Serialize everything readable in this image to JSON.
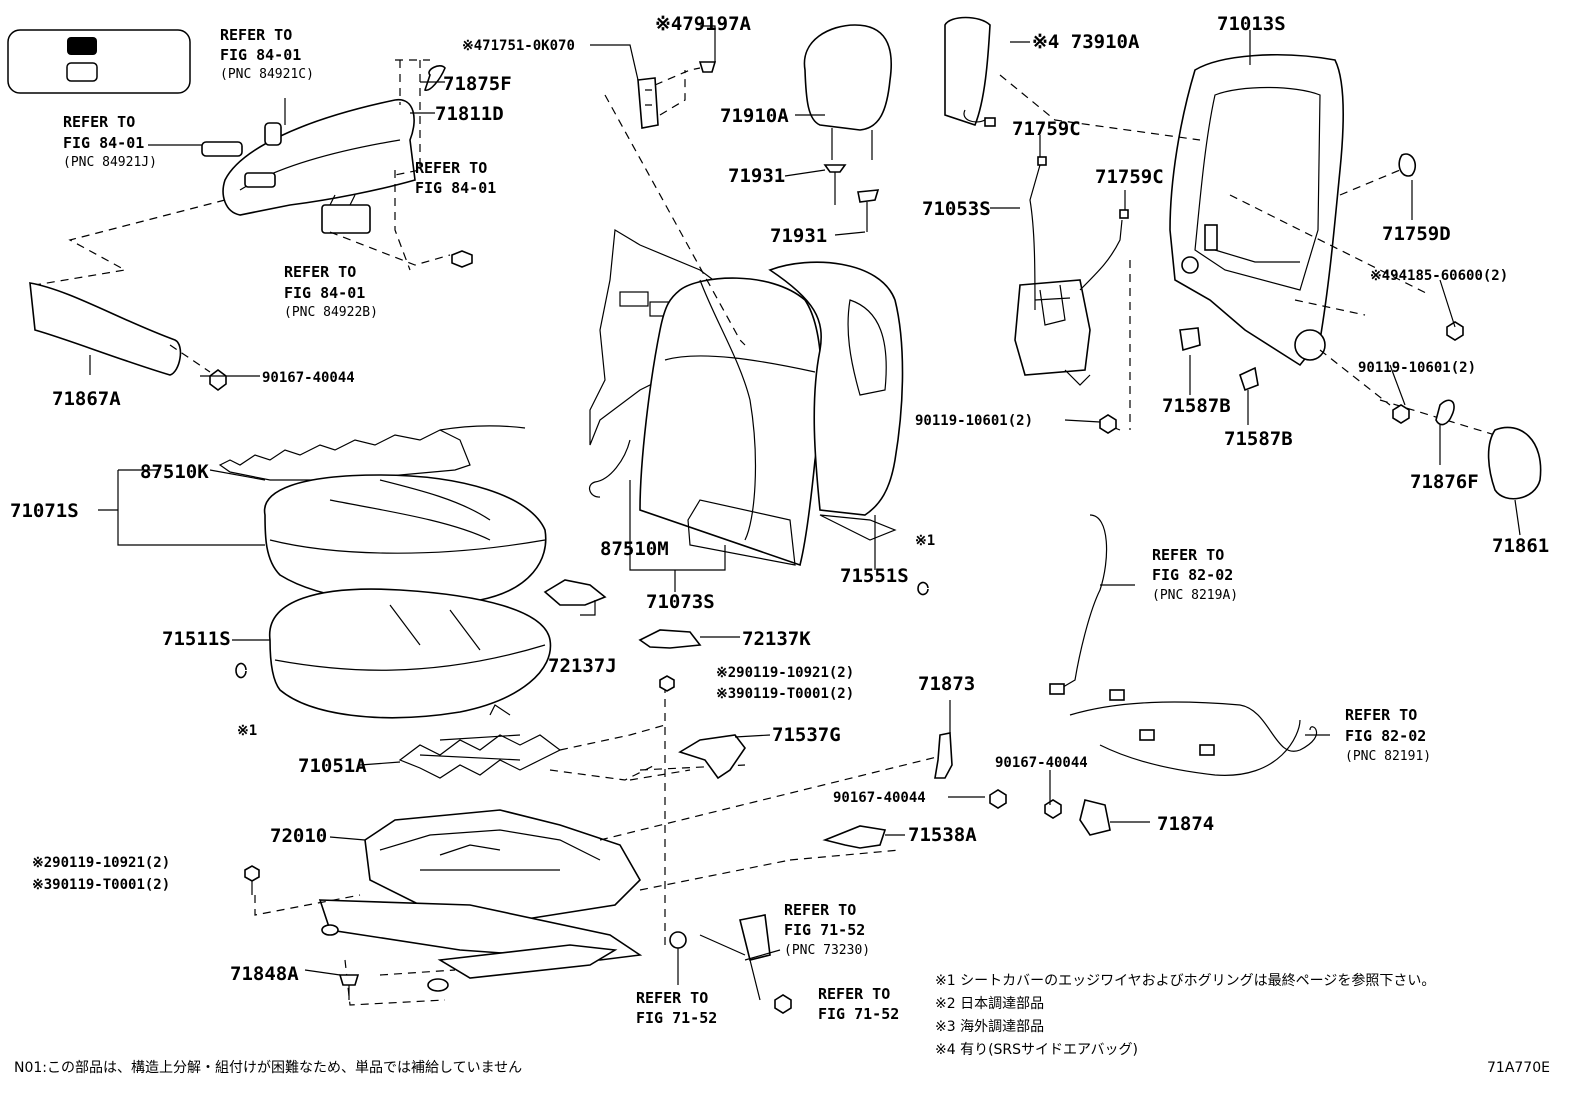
{
  "legend": {
    "box_color_filled": "#000000",
    "box_color_empty": "#ffffff"
  },
  "callouts": {
    "p71875F": "71875F",
    "p71811D": "71811D",
    "p71867A": "71867A",
    "p90167_40044_a": "90167-40044",
    "p71071S": "71071S",
    "p87510K": "87510K",
    "p71511S": "71511S",
    "p72137J": "72137J",
    "p71051A": "71051A",
    "p72010": "72010",
    "p90119_10921_left": "※290119-10921(2)",
    "p90119_T0001_left": "※390119-T0001(2)",
    "p71848A": "71848A",
    "p71751": "※471751-0K070",
    "p79197A": "※479197A",
    "p71910A": "71910A",
    "p71931_a": "71931",
    "p71931_b": "71931",
    "p87510M": "87510M",
    "p71073S": "71073S",
    "p71551S": "71551S",
    "p72137K": "72137K",
    "p90119_10921_mid": "※290119-10921(2)",
    "p90119_T0001_mid": "※390119-T0001(2)",
    "p71537G": "71537G",
    "p71538A": "71538A",
    "p71873": "71873",
    "p90167_40044_b": "90167-40044",
    "p90167_40044_c": "90167-40044",
    "p71874": "71874",
    "p73910A": "※4 73910A",
    "p71759C_a": "71759C",
    "p71759C_b": "71759C",
    "p71053S": "71053S",
    "p71013S": "71013S",
    "p71759D": "71759D",
    "p94185": "※494185-60600(2)",
    "p90119_10601_a": "90119-10601(2)",
    "p90119_10601_b": "90119-10601(2)",
    "p71587B_a": "71587B",
    "p71587B_b": "71587B",
    "p71876F": "71876F",
    "p71861": "71861",
    "star1_a": "※1",
    "star1_b": "※1"
  },
  "refs": {
    "r1": {
      "line1": "REFER TO",
      "line2": "FIG 84-01",
      "line3": "(PNC 84921C)"
    },
    "r2": {
      "line1": "REFER TO",
      "line2": "FIG 84-01",
      "line3": "(PNC 84921J)"
    },
    "r3": {
      "line1": "REFER TO",
      "line2": "FIG 84-01"
    },
    "r4": {
      "line1": "REFER TO",
      "line2": "FIG 84-01",
      "line3": "(PNC 84922B)"
    },
    "r5": {
      "line1": "REFER TO",
      "line2": "FIG 82-02",
      "line3": "(PNC 8219A)"
    },
    "r6": {
      "line1": "REFER TO",
      "line2": "FIG 82-02",
      "line3": "(PNC 82191)"
    },
    "r7": {
      "line1": "REFER TO",
      "line2": "FIG 71-52",
      "line3": "(PNC 73230)"
    },
    "r8": {
      "line1": "REFER TO",
      "line2": "FIG 71-52"
    },
    "r9": {
      "line1": "REFER TO",
      "line2": "FIG 71-52"
    }
  },
  "notes": {
    "n1": "※1 シートカバーのエッジワイヤおよびホグリングは最終ページを参照下さい。",
    "n2": "※2 日本調達部品",
    "n3": "※3 海外調達部品",
    "n4": "※4 有り(SRSサイドエアバッグ)",
    "n01": "N01:この部品は、構造上分解・組付けが困難なため、単品では補給していません",
    "fig_code": "71A770E"
  }
}
